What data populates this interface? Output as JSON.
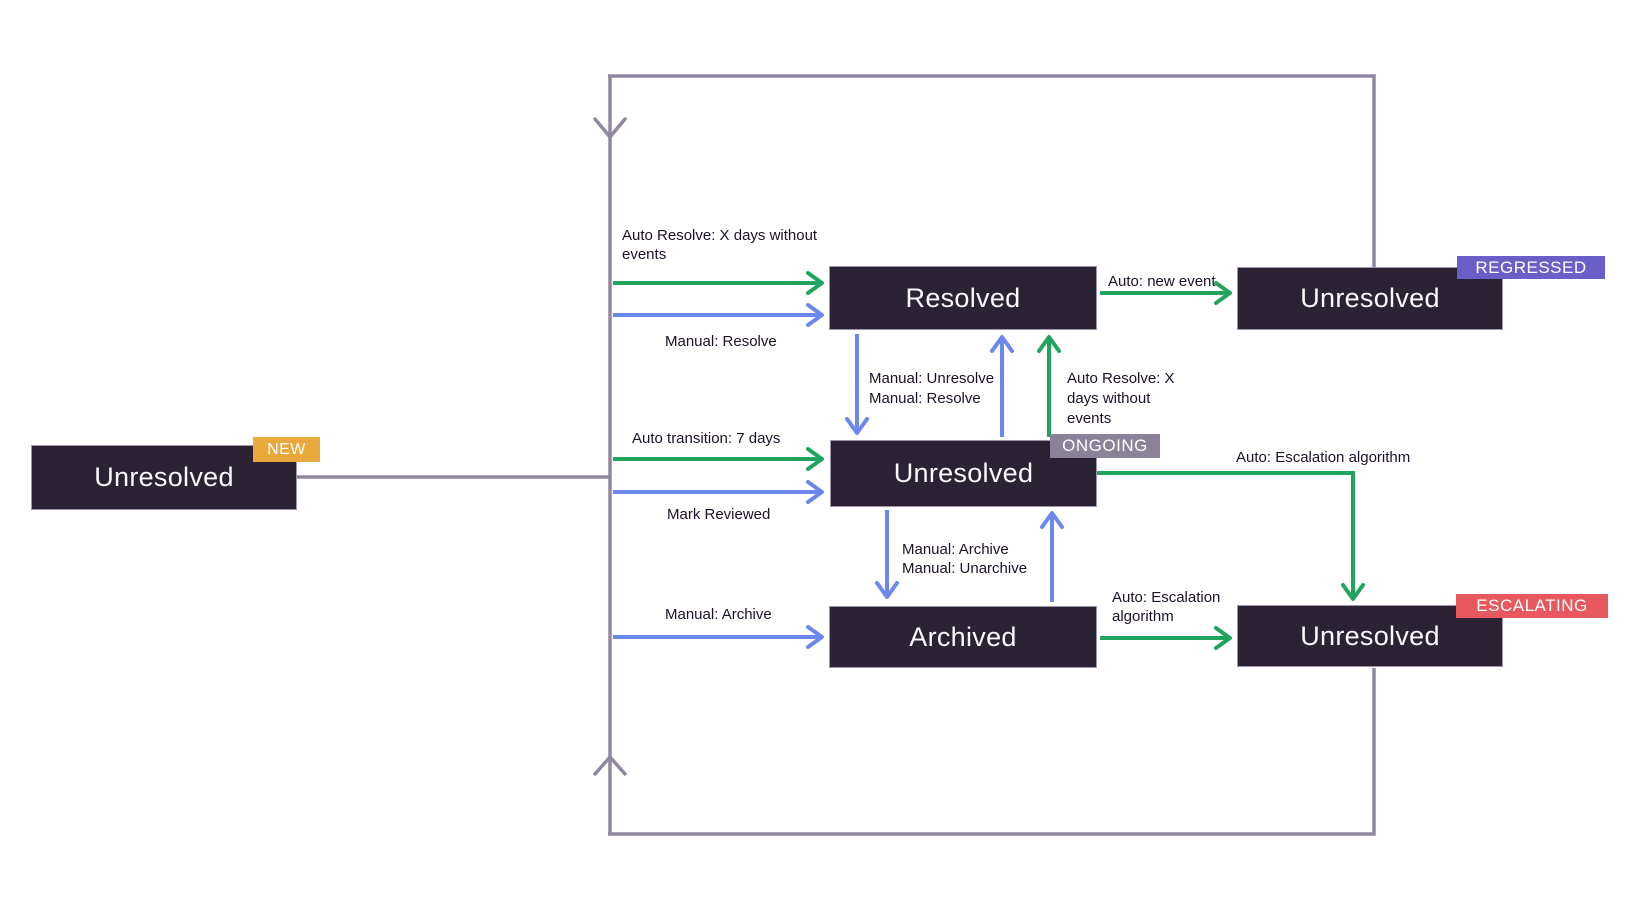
{
  "diagram": {
    "states": {
      "new": {
        "label": "Unresolved",
        "badge": "NEW"
      },
      "resolved": {
        "label": "Resolved"
      },
      "regressed": {
        "label": "Unresolved",
        "badge": "REGRESSED"
      },
      "ongoing": {
        "label": "Unresolved",
        "badge": "ONGOING"
      },
      "archived": {
        "label": "Archived"
      },
      "escalating": {
        "label": "Unresolved",
        "badge": "ESCALATING"
      }
    },
    "transitions": {
      "auto_resolve_to_resolved": "Auto Resolve: X days without\nevents",
      "manual_resolve_to_resolved": "Manual: Resolve",
      "auto_new_event": "Auto: new event",
      "manual_unresolve_resolve": "Manual: Unresolve\nManual: Resolve",
      "auto_resolve_from_ongoing": "Auto Resolve: X\ndays without\nevents",
      "auto_transition_7_days": "Auto transition: 7 days",
      "mark_reviewed": "Mark Reviewed",
      "auto_escalation_from_ongoing": "Auto: Escalation algorithm",
      "manual_archive_unarchive": "Manual: Archive\nManual: Unarchive",
      "manual_archive": "Manual: Archive",
      "auto_escalation_from_archived": "Auto: Escalation\nalgorithm"
    },
    "colors": {
      "box_bg": "#2B2233",
      "box_text": "#FAF9FB",
      "arrow_green": "#21A45D",
      "arrow_blue": "#6C87EE",
      "loop_gray": "#9087A1",
      "badge_new": "#E9A83C",
      "badge_regressed": "#6A5FC8",
      "badge_ongoing": "#8B8198",
      "badge_escalating": "#E8595F",
      "label_text": "#1D1127"
    }
  }
}
